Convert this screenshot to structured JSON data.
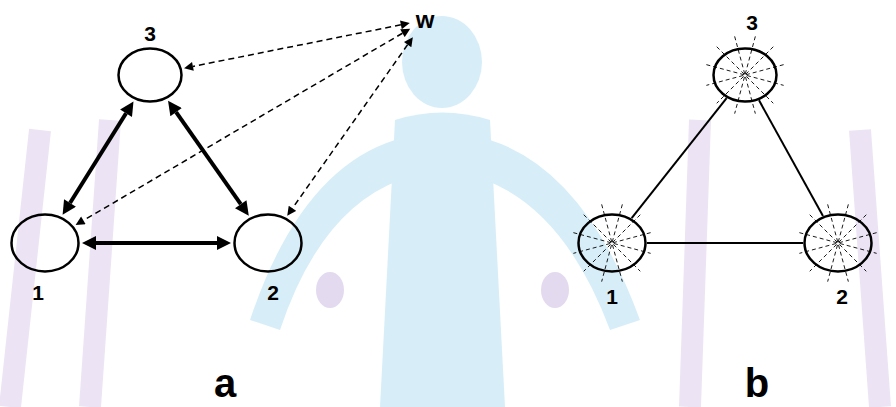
{
  "diagram": {
    "nodes": [
      {
        "text": [
          "3"
        ]
      },
      {
        "text": [
          "w"
        ]
      },
      {
        "text": [
          "1"
        ]
      },
      {
        "text": [
          "2"
        ]
      },
      {
        "text": [
          "3"
        ]
      },
      {
        "text": [
          "1"
        ]
      },
      {
        "text": [
          "2"
        ]
      }
    ],
    "edges": [
      {
        "from": 2,
        "to": 3,
        "arrow": "both"
      },
      {
        "from": 2,
        "to": 0,
        "arrow": "both"
      },
      {
        "from": 3,
        "to": 0,
        "arrow": "both"
      },
      {
        "from": 1,
        "to": 0,
        "arrow": "both"
      },
      {
        "from": 1,
        "to": 2,
        "arrow": "both"
      },
      {
        "from": 1,
        "to": 3,
        "arrow": "both"
      },
      {
        "from": 5,
        "to": 6,
        "arrow": "none"
      },
      {
        "from": 5,
        "to": 4,
        "arrow": "none"
      },
      {
        "from": 6,
        "to": 4,
        "arrow": "none"
      }
    ],
    "labels": [
      "a",
      "b"
    ]
  }
}
